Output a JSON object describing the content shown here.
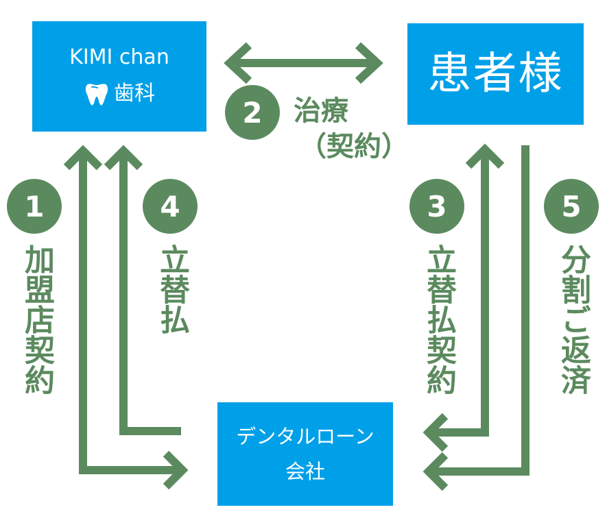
{
  "colors": {
    "box": "#00a0e9",
    "green": "#5b8a5e"
  },
  "clinic": {
    "line1": "KIMI chan",
    "line2": "歯科",
    "icon": "tooth-icon"
  },
  "patient": {
    "label": "患者様"
  },
  "loan": {
    "line1": "デンタルローン",
    "line2": "会社"
  },
  "steps": [
    {
      "num": "1",
      "label": "加盟店契約"
    },
    {
      "num": "2",
      "label": "治療",
      "sub": "（契約）"
    },
    {
      "num": "3",
      "label": "立替払契約"
    },
    {
      "num": "4",
      "label": "立替払"
    },
    {
      "num": "5",
      "label": "分割ご返済"
    }
  ]
}
